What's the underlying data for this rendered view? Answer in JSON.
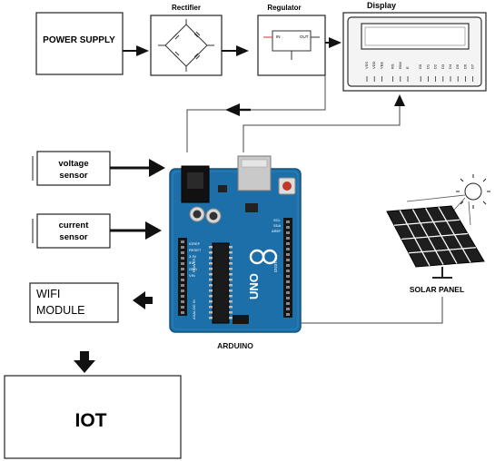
{
  "blocks": {
    "power_supply": "POWER SUPPLY",
    "rectifier": "Rectifier",
    "regulator": "Regulator",
    "display": "Display",
    "voltage_sensor_line1": "voltage",
    "voltage_sensor_line2": "sensor",
    "current_sensor_line1": "current",
    "current_sensor_line2": "sensor",
    "wifi_line1": "WIFI",
    "wifi_line2": "MODULE",
    "iot": "IOT",
    "arduino": "ARDUINO",
    "solar_panel": "SOLAR PANEL"
  },
  "board_text": {
    "uno": "UNO",
    "digital": "DIGITAL",
    "analog": "ANALOG IN",
    "power": "POWER",
    "ioref": "IOREF",
    "reset": "RESET",
    "v33": "3.3V",
    "v5": "5V",
    "gnd": "GND",
    "vin": "VIN",
    "aref": "AREF",
    "scl": "SCL",
    "sda": "SDA"
  },
  "lcd_pins": [
    "VSS",
    "VDD",
    "VEE",
    "RS",
    "R/W",
    "E",
    "D0",
    "D1",
    "D2",
    "D3",
    "D4",
    "D5",
    "D6",
    "D7"
  ],
  "regulator_pins": {
    "in": "IN",
    "out": "OUT"
  },
  "colors": {
    "board": "#1c6fa8",
    "board_dark": "#14547f",
    "connector": "#222222",
    "arrow": "#111111",
    "line": "#444444",
    "panel": "#1e1e1e"
  }
}
